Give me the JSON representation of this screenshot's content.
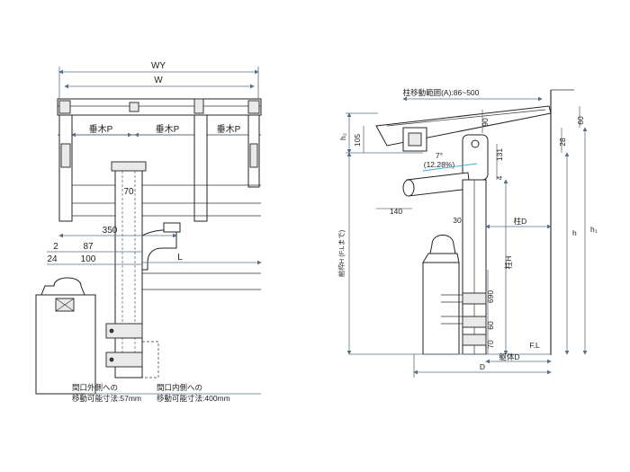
{
  "left_view": {
    "dim_wy": "WY",
    "dim_w": "W",
    "rafter_labels": [
      "垂木P",
      "垂木P",
      "垂木P"
    ],
    "dim_70": "70",
    "dim_350": "350",
    "dim_2": "2",
    "dim_87": "87",
    "dim_24": "24",
    "dim_100": "100",
    "dim_L": "L",
    "note_outer_1": "間口外側への",
    "note_outer_2": "移動可能寸法:57mm",
    "note_inner_1": "間口内側への",
    "note_inner_2": "移動可能寸法:400mm"
  },
  "right_view": {
    "post_move_range": "柱移動範囲(A):86~500",
    "dim_h2": "h₂",
    "dim_105": "105",
    "dim_90": "90",
    "dim_60_top": "60",
    "dim_28": "28",
    "angle_deg": "7°",
    "angle_pct": "(12.28%)",
    "dim_131": "131",
    "dim_4": "4",
    "dim_140": "140",
    "dim_30": "30",
    "label_post_D": "柱D",
    "label_post_H": "柱H",
    "label_front_H": "前枠H (F.Lまで)",
    "dim_h": "h",
    "dim_h1": "h₁",
    "dim_690": "690",
    "dim_70": "70",
    "dim_60_bottom": "60",
    "label_FL": "F.L",
    "label_body_D": "躯体D",
    "dim_D": "D"
  }
}
